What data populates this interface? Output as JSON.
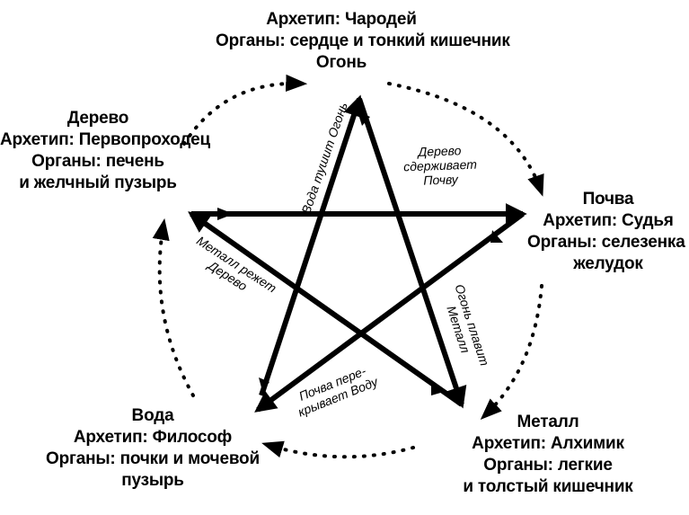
{
  "elements": {
    "fire": {
      "archetype": "Архетип: Чародей",
      "organs": "Органы: сердце и тонкий кишечник",
      "name": "Огонь"
    },
    "wood": {
      "name": "Дерево",
      "archetype": "Архетип: Первопроходец",
      "organs_1": "Органы: печень",
      "organs_2": "и желчный пузырь"
    },
    "earth": {
      "name": "Почва",
      "archetype": "Архетип: Судья",
      "organs_1": "Органы: селезенка и",
      "organs_2": "желудок"
    },
    "water": {
      "name": "Вода",
      "archetype": "Архетип: Философ",
      "organs_1": "Органы: почки и мочевой",
      "organs_2": "пузырь"
    },
    "metal": {
      "name": "Металл",
      "archetype": "Архетип: Алхимик",
      "organs_1": "Органы: легкие",
      "organs_2": "и толстый кишечник"
    }
  },
  "relations": {
    "water_fire": {
      "line_1": "Вода тушит Огонь"
    },
    "wood_earth": {
      "line_1": "Дерево",
      "line_2": "сдерживает",
      "line_3": "Почву"
    },
    "metal_wood": {
      "line_1": "Металл режет",
      "line_2": "Дерево"
    },
    "fire_metal": {
      "line_1": "Огонь плавит",
      "line_2": "Металл"
    },
    "earth_water": {
      "line_1": "Почва пере-",
      "line_2": "крывает Воду"
    }
  }
}
